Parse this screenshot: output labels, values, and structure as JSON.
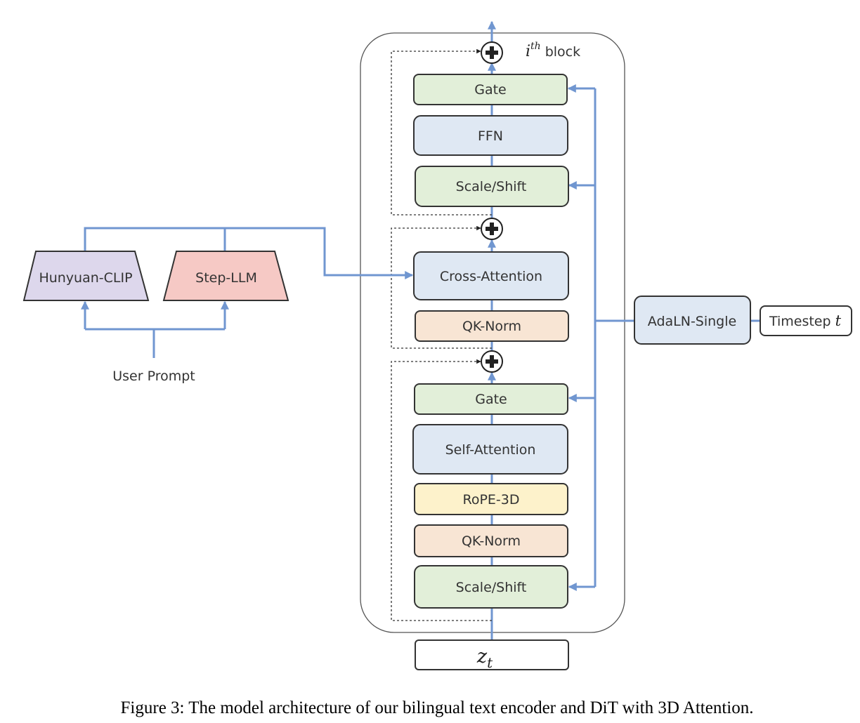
{
  "block": {
    "title_math": "i",
    "title_sup": "th",
    "title_word": "block",
    "ffn_group": {
      "gate": "Gate",
      "ffn": "FFN",
      "scale_shift": "Scale/Shift"
    },
    "cross_group": {
      "cross_attention": "Cross-Attention",
      "qk_norm": "QK-Norm"
    },
    "self_group": {
      "gate": "Gate",
      "self_attention": "Self-Attention",
      "rope": "RoPE-3D",
      "qk_norm": "QK-Norm",
      "scale_shift": "Scale/Shift"
    }
  },
  "input": {
    "latent_base": "z",
    "latent_sub": "t"
  },
  "encoders": {
    "clip": "Hunyuan-CLIP",
    "llm": "Step-LLM",
    "prompt": "User Prompt"
  },
  "conditioning": {
    "adaln": "AdaLN-Single",
    "timestep_label": "Timestep ",
    "timestep_var": "t"
  },
  "caption": "Figure 3: The model architecture of our bilingual text encoder and DiT with 3D Attention.",
  "colors": {
    "green": "#e2efd9",
    "blue": "#dfe8f3",
    "peach": "#f8e5d4",
    "yellow": "#fdf2cb",
    "lavender": "#ddd7ec",
    "pink": "#f6c9c5",
    "edge": "#7096d0"
  }
}
